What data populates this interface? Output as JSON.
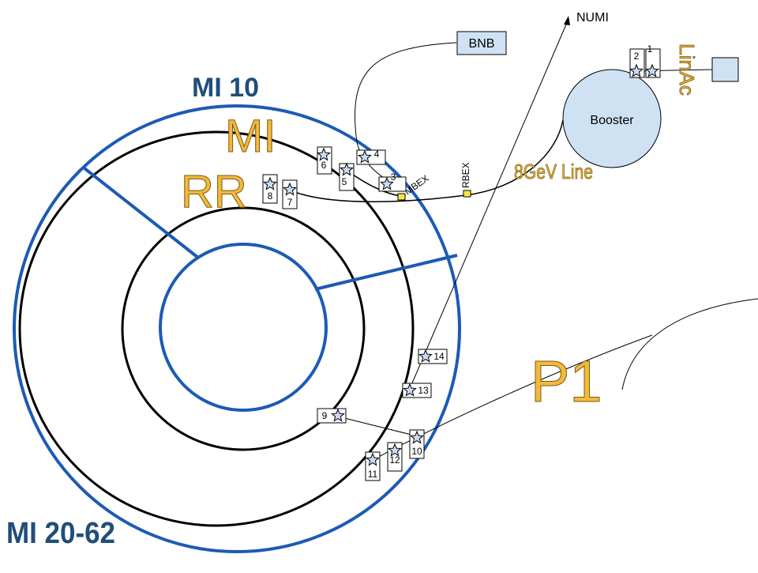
{
  "colors": {
    "ring_blue": "#1c5bb5",
    "ring_black": "#000000",
    "orange": "#f2b93b",
    "orange_stroke": "#7a5a12",
    "mi10_text": "#1f4e79",
    "booster_fill": "#cfe2f3",
    "star_fill": "#c9daf8",
    "marker_yellow": "#ffeb3b"
  },
  "labels": {
    "mi10": "MI 10",
    "mi2062": "MI 20-62",
    "mi": "MI",
    "rr": "RR",
    "p1": "P1",
    "linac": "LinAc",
    "line8gev": "8GeV Line",
    "booster": "Booster",
    "bnb": "BNB",
    "numi": "NUMI",
    "mbex": "MBEX",
    "rbex": "RBEX"
  },
  "stations": [
    {
      "id": "1",
      "label": "1"
    },
    {
      "id": "2",
      "label": "2"
    },
    {
      "id": "3",
      "label": "3"
    },
    {
      "id": "4",
      "label": "4"
    },
    {
      "id": "5",
      "label": "5"
    },
    {
      "id": "6",
      "label": "6"
    },
    {
      "id": "7",
      "label": "7"
    },
    {
      "id": "8",
      "label": "8"
    },
    {
      "id": "9",
      "label": "9"
    },
    {
      "id": "10",
      "label": "10"
    },
    {
      "id": "11",
      "label": "11"
    },
    {
      "id": "12",
      "label": "12"
    },
    {
      "id": "13",
      "label": "13"
    },
    {
      "id": "14",
      "label": "14"
    }
  ]
}
